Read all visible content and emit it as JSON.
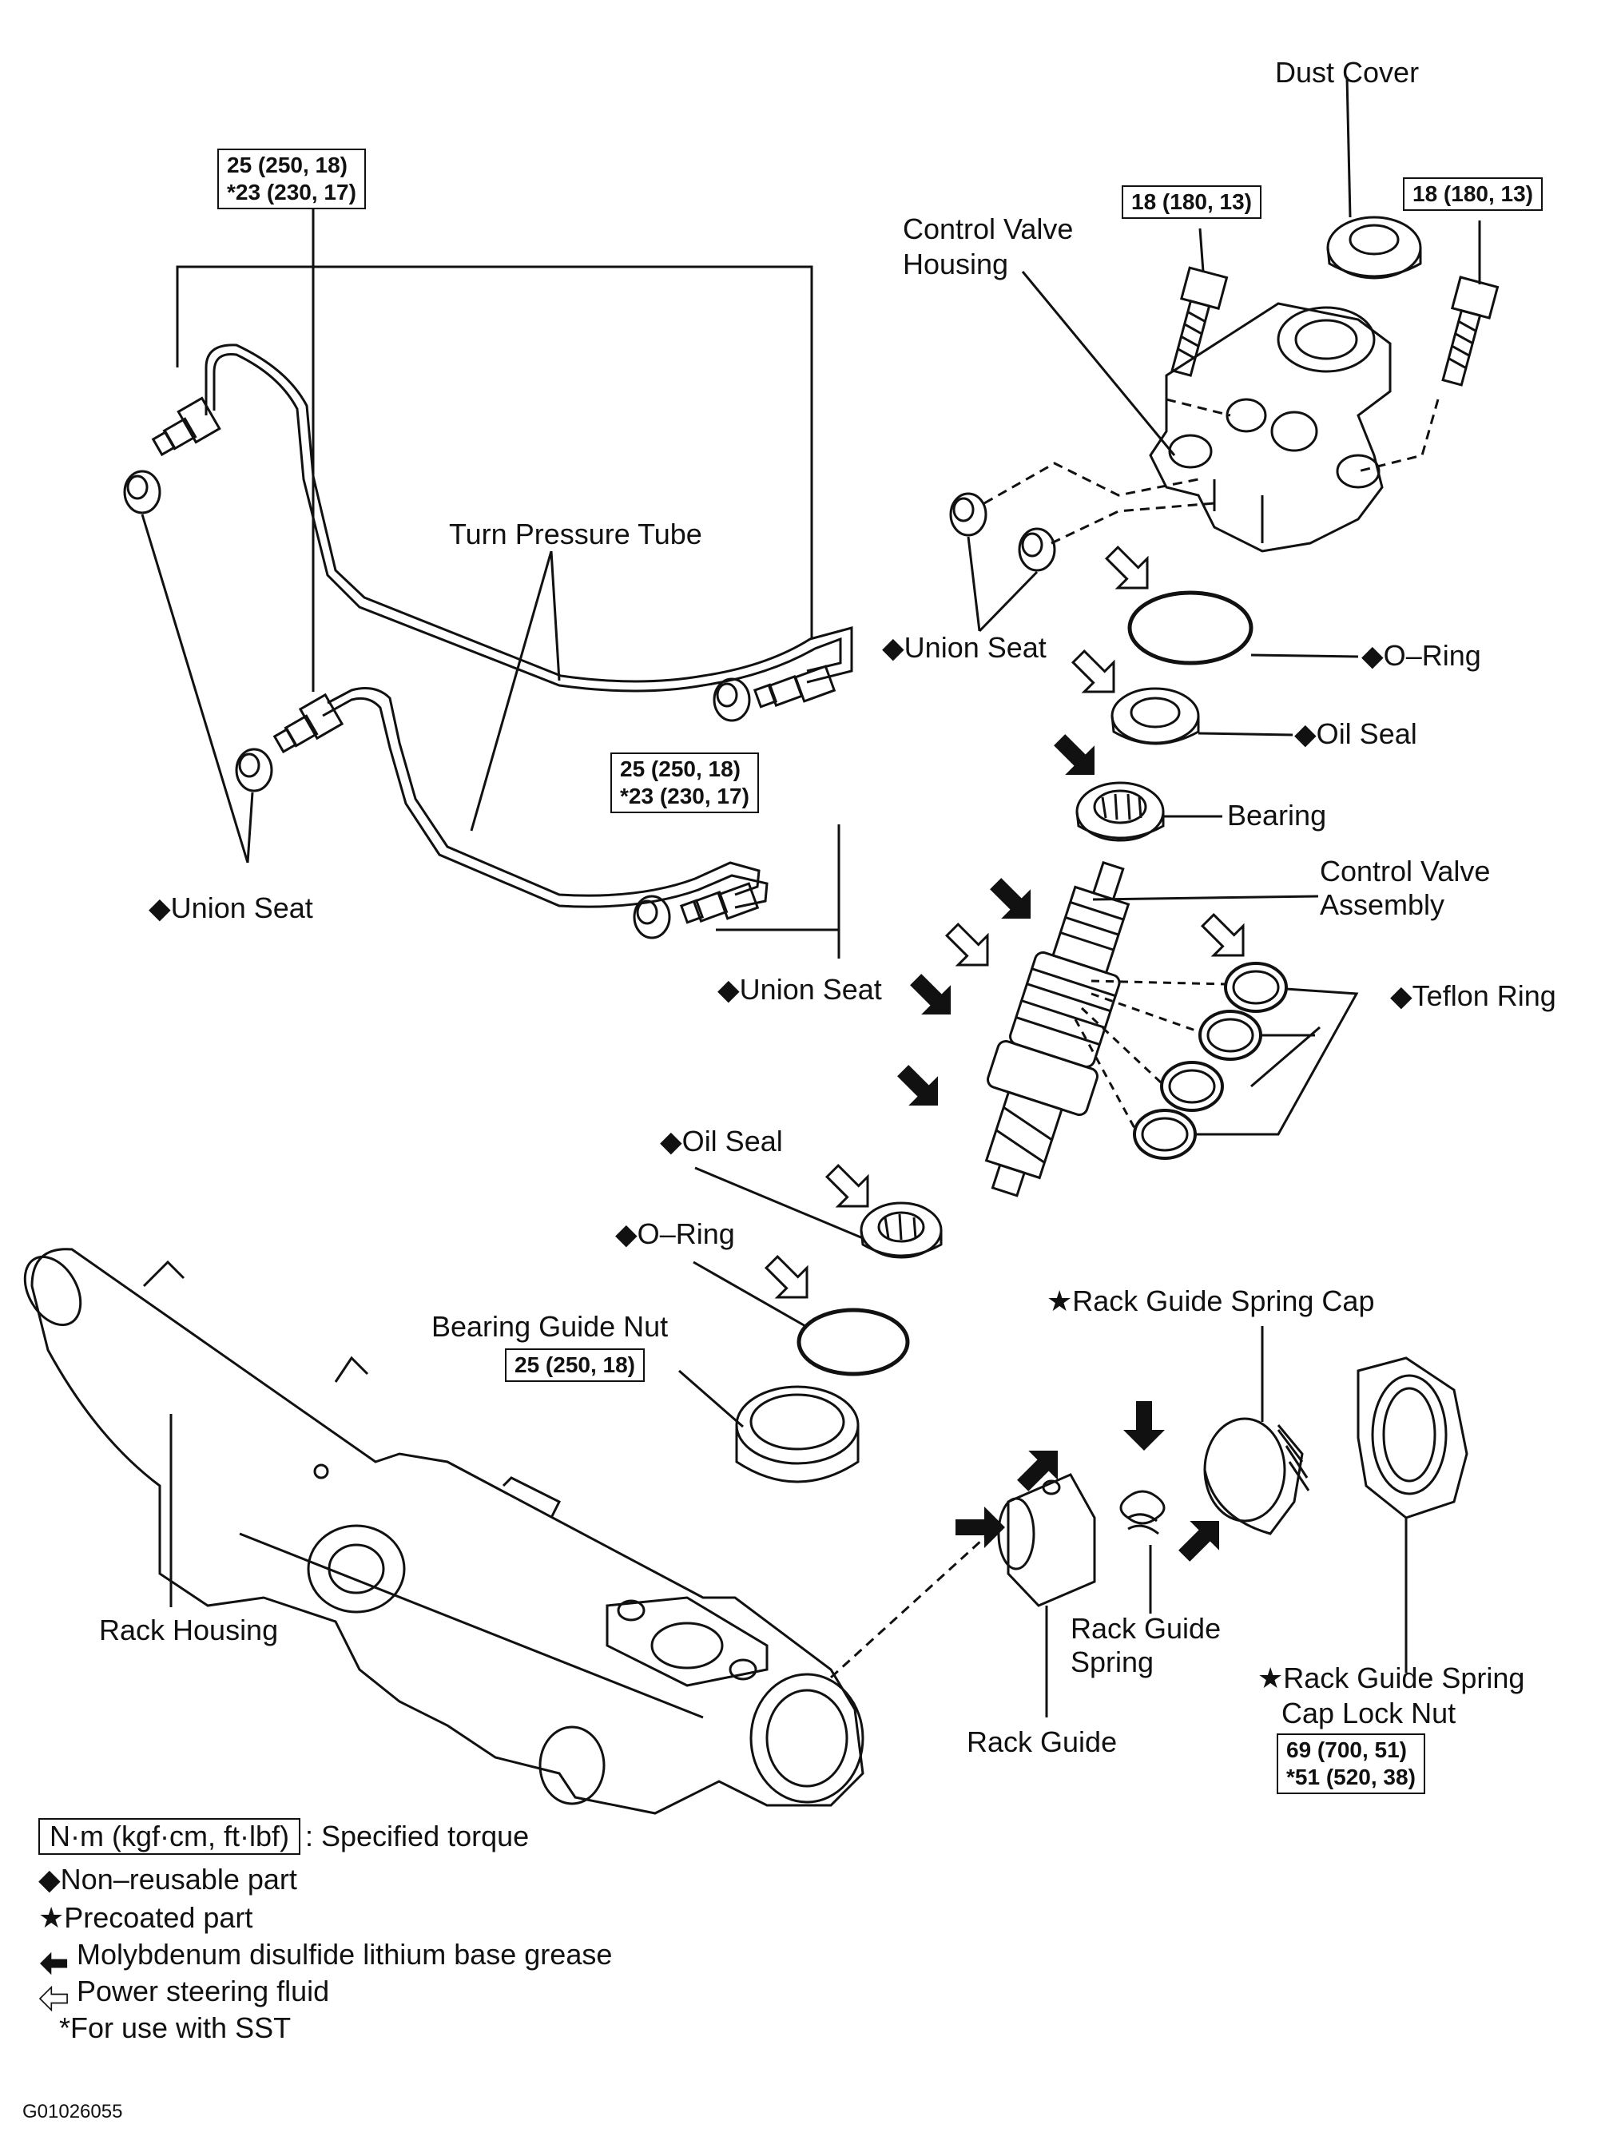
{
  "labels": {
    "dust_cover": "Dust Cover",
    "control_valve_housing": [
      "Control Valve",
      "Housing"
    ],
    "turn_pressure_tube": "Turn Pressure Tube",
    "union_seat_right": "◆Union Seat",
    "union_seat_left": "◆Union Seat",
    "union_seat_lower": "◆Union Seat",
    "o_ring_upper": "◆O–Ring",
    "oil_seal_upper": "◆Oil Seal",
    "bearing": "Bearing",
    "control_valve_assembly": [
      "Control Valve",
      "Assembly"
    ],
    "teflon_ring": "◆Teflon Ring",
    "oil_seal_lower": "◆Oil Seal",
    "o_ring_lower": "◆O–Ring",
    "bearing_guide_nut": "Bearing Guide Nut",
    "rack_guide_spring_cap": "★Rack Guide Spring Cap",
    "rack_housing": "Rack Housing",
    "rack_guide_spring": [
      "Rack Guide",
      "Spring"
    ],
    "rack_guide": "Rack Guide",
    "lock_nut": [
      "★Rack Guide Spring",
      "Cap Lock Nut"
    ]
  },
  "torque_boxes": {
    "tube_upper": [
      "25 (250, 18)",
      "*23 (230, 17)"
    ],
    "tube_lower": [
      "25 (250, 18)",
      "*23 (230, 17)"
    ],
    "bolt_left": [
      "18 (180, 13)"
    ],
    "bolt_right": [
      "18 (180, 13)"
    ],
    "bearing_guide_nut": [
      "25 (250, 18)"
    ],
    "lock_nut": [
      "69 (700, 51)",
      "*51 (520, 38)"
    ]
  },
  "legend": {
    "torque_unit": "N·m (kgf·cm, ft·lbf)",
    "torque_desc": ": Specified torque",
    "non_reusable": "◆Non–reusable part",
    "precoated": "★Precoated part",
    "moly_grease": "Molybdenum disulfide lithium base grease",
    "ps_fluid": "Power steering fluid",
    "sst": "*For use with SST"
  },
  "figure_id": "G01026055"
}
